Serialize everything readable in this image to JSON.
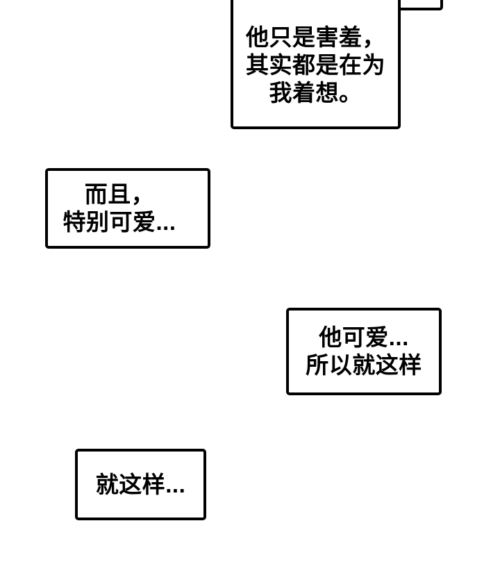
{
  "colors": {
    "ink": "#000000",
    "paper": "#ffffff"
  },
  "bubbles": {
    "top": {
      "lines": [
        "他只是害羞，",
        "其实都是在为",
        "我着想。"
      ]
    },
    "left": {
      "lines": [
        "而且，",
        "特别可爱..."
      ]
    },
    "right": {
      "lines": [
        "他可爱...",
        "所以就这样"
      ]
    },
    "bottom": {
      "lines": [
        "就这样..."
      ]
    }
  }
}
